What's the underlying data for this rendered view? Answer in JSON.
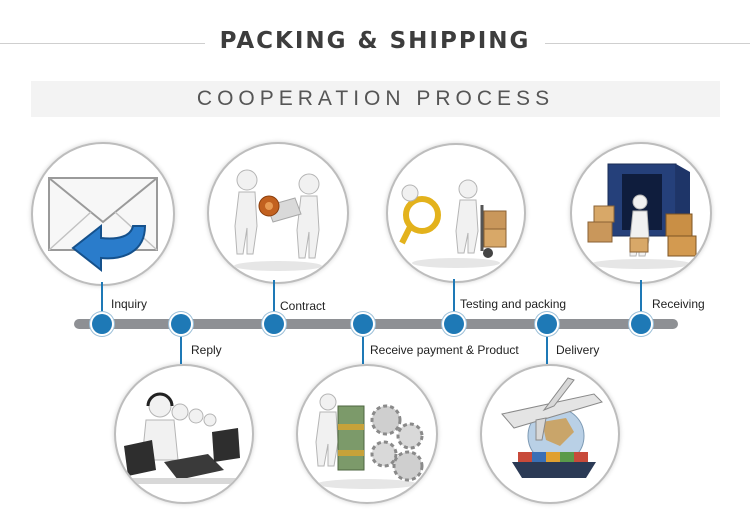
{
  "header": {
    "title": "PACKING & SHIPPING",
    "subtitle": "COOPERATION PROCESS"
  },
  "steps": [
    {
      "label": "Inquiry",
      "icon": "envelope-reply-icon"
    },
    {
      "label": "Reply",
      "icon": "call-center-icon"
    },
    {
      "label": "Contract",
      "icon": "contract-stamp-icon"
    },
    {
      "label": "Receive payment & Product",
      "icon": "money-gears-icon"
    },
    {
      "label": "Testing and packing",
      "icon": "inspection-packing-icon"
    },
    {
      "label": "Delivery",
      "icon": "global-shipping-icon"
    },
    {
      "label": "Receiving",
      "icon": "container-boxes-icon"
    }
  ],
  "colors": {
    "timeline_bar": "#8e9094",
    "timeline_dot": "#1e79b6",
    "title_text": "#3d3d3d",
    "subtitle_band": "#f3f3f3"
  }
}
